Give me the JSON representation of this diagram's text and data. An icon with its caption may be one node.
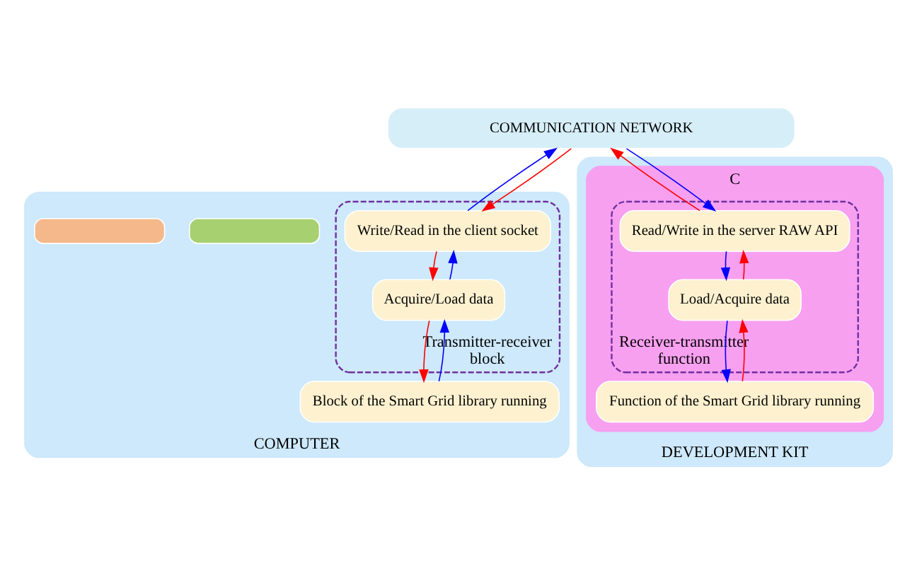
{
  "diagram": {
    "nodes": [
      {
        "text": [
          "COMMUNICATION NETWORK"
        ]
      },
      {
        "text": [
          "COMPUTER"
        ]
      },
      {
        "text": [
          "Transmitter-receiver block"
        ],
        "in": 1
      },
      {
        "text": [
          "Write/Read in the client socket"
        ],
        "in": 2
      },
      {
        "text": [
          "Acquire/Load data"
        ],
        "in": 2
      },
      {
        "text": [],
        "shape": "box",
        "in": 1
      },
      {
        "text": [],
        "shape": "box",
        "in": 1
      },
      {
        "text": [
          "Block of the Smart Grid library running"
        ],
        "in": 1
      },
      {
        "text": [
          "DEVELOPMENT KIT"
        ]
      },
      {
        "text": [
          "C"
        ],
        "in": 8
      },
      {
        "text": [
          "Receiver-transmitter function"
        ],
        "in": 9
      },
      {
        "text": [
          "Read/Write in the server RAW API"
        ],
        "in": 10
      },
      {
        "text": [
          "Load/Acquire data"
        ],
        "in": 10
      },
      {
        "text": [
          "Function of the Smart Grid library running"
        ],
        "in": 9
      }
    ],
    "edges": [
      {
        "from": 3,
        "to": 0,
        "arrow": "to",
        "color": "#0000ff"
      },
      {
        "from": 0,
        "to": 3,
        "arrow": "to",
        "color": "#ff0000"
      },
      {
        "from": 3,
        "to": 4,
        "arrow": "to",
        "color": "#ff0000"
      },
      {
        "from": 4,
        "to": 3,
        "arrow": "to",
        "color": "#0000ff"
      },
      {
        "from": 7,
        "to": 4,
        "arrow": "to",
        "color": "#0000ff"
      },
      {
        "from": 4,
        "to": 7,
        "arrow": "to",
        "color": "#ff0000"
      },
      {
        "from": 0,
        "to": 11,
        "arrow": "to",
        "color": "#0000ff"
      },
      {
        "from": 11,
        "to": 0,
        "arrow": "to",
        "color": "#ff0000"
      },
      {
        "from": 11,
        "to": 12,
        "arrow": "to",
        "color": "#0000ff"
      },
      {
        "from": 12,
        "to": 11,
        "arrow": "to",
        "color": "#ff0000"
      },
      {
        "from": 12,
        "to": 13,
        "arrow": "to",
        "color": "#0000ff"
      },
      {
        "from": 13,
        "to": 12,
        "arrow": "to",
        "color": "#ff0000"
      }
    ]
  }
}
